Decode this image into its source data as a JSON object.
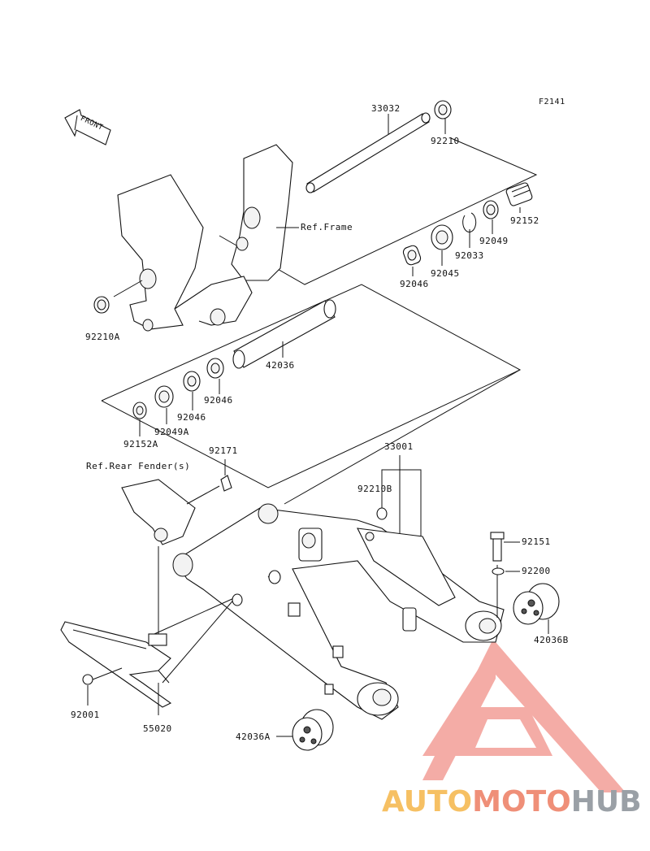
{
  "figure_id": "F2141",
  "front_arrow": "FRONT",
  "part_labels": [
    {
      "id": "p33032",
      "text": "33032"
    },
    {
      "id": "p92210",
      "text": "92210"
    },
    {
      "id": "refframe",
      "text": "Ref.Frame"
    },
    {
      "id": "p92152",
      "text": "92152"
    },
    {
      "id": "p92049",
      "text": "92049"
    },
    {
      "id": "p92033",
      "text": "92033"
    },
    {
      "id": "p92045",
      "text": "92045"
    },
    {
      "id": "p92046a",
      "text": "92046"
    },
    {
      "id": "p92210A",
      "text": "92210A"
    },
    {
      "id": "p42036",
      "text": "42036"
    },
    {
      "id": "p92046b",
      "text": "92046"
    },
    {
      "id": "p92046c",
      "text": "92046"
    },
    {
      "id": "p92049A",
      "text": "92049A"
    },
    {
      "id": "p92152A",
      "text": "92152A"
    },
    {
      "id": "p92171",
      "text": "92171"
    },
    {
      "id": "p33001",
      "text": "33001"
    },
    {
      "id": "refrearfender",
      "text": "Ref.Rear Fender(s)"
    },
    {
      "id": "p92210B",
      "text": "92210B"
    },
    {
      "id": "p92151",
      "text": "92151"
    },
    {
      "id": "p92200",
      "text": "92200"
    },
    {
      "id": "p42036B",
      "text": "42036B"
    },
    {
      "id": "p92001",
      "text": "92001"
    },
    {
      "id": "p55020",
      "text": "55020"
    },
    {
      "id": "p42036A",
      "text": "42036A"
    }
  ],
  "watermark": {
    "part1": "AUTO",
    "part2": "MOTO",
    "part3": "HUB"
  },
  "colors": {
    "ink": "#111111",
    "wm_red": "#ec6a5e",
    "wm_orange": "#f6c063",
    "wm_salmon": "#ef8f78",
    "wm_grey": "#9aa0a6"
  }
}
